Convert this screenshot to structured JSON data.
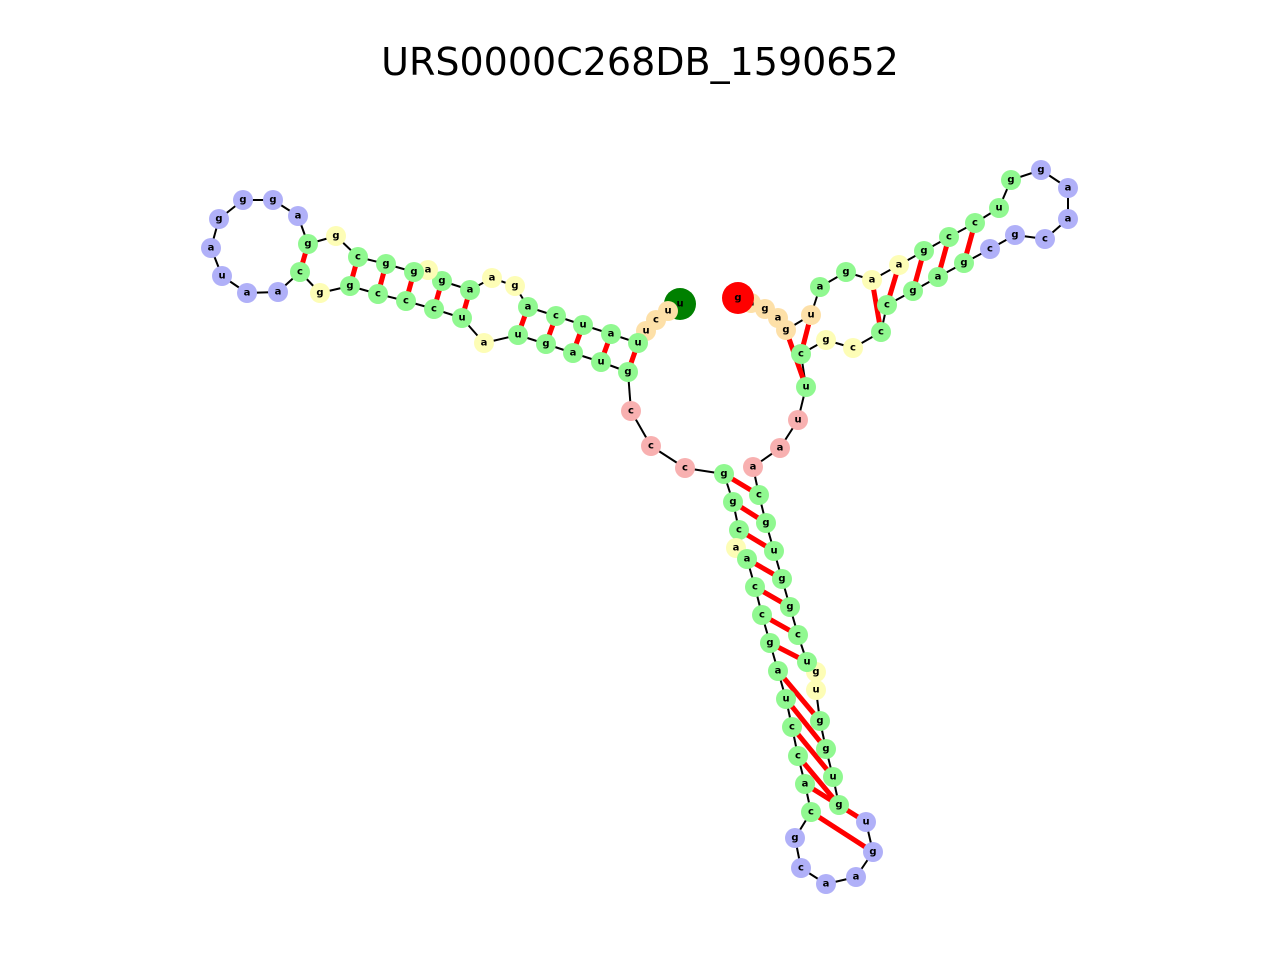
{
  "title": "URS0000C268DB_1590652",
  "colors": {
    "stem": "#90f890",
    "hairpin_loop": "#b0b0f8",
    "interior_loop": "#fdfdb6",
    "multiloop": "#f8b0b0",
    "dangling_end": "#fde0a8",
    "start_nucleotide": "#008000",
    "end_nucleotide": "#ff0000",
    "backbone": "#000000",
    "base_pair": "#ff0000"
  },
  "nucleotides": [
    {
      "label": "u",
      "type": "start_nucleotide"
    },
    {
      "label": "u",
      "type": "dangling_end"
    },
    {
      "label": "c",
      "type": "dangling_end"
    },
    {
      "label": "u",
      "type": "dangling_end"
    },
    {
      "label": "u",
      "type": "stem"
    },
    {
      "label": "a",
      "type": "stem"
    },
    {
      "label": "u",
      "type": "stem"
    },
    {
      "label": "c",
      "type": "stem"
    },
    {
      "label": "a",
      "type": "stem"
    },
    {
      "label": "g",
      "type": "interior_loop"
    },
    {
      "label": "a",
      "type": "interior_loop"
    },
    {
      "label": "a",
      "type": "stem"
    },
    {
      "label": "g",
      "type": "stem"
    },
    {
      "label": "a",
      "type": "interior_loop"
    },
    {
      "label": "g",
      "type": "stem"
    },
    {
      "label": "g",
      "type": "stem"
    },
    {
      "label": "c",
      "type": "stem"
    },
    {
      "label": "g",
      "type": "interior_loop"
    },
    {
      "label": "g",
      "type": "stem"
    },
    {
      "label": "a",
      "type": "hairpin_loop"
    },
    {
      "label": "g",
      "type": "hairpin_loop"
    },
    {
      "label": "g",
      "type": "hairpin_loop"
    },
    {
      "label": "g",
      "type": "hairpin_loop"
    },
    {
      "label": "a",
      "type": "hairpin_loop"
    },
    {
      "label": "u",
      "type": "hairpin_loop"
    },
    {
      "label": "a",
      "type": "hairpin_loop"
    },
    {
      "label": "a",
      "type": "hairpin_loop"
    },
    {
      "label": "c",
      "type": "stem"
    },
    {
      "label": "g",
      "type": "interior_loop"
    },
    {
      "label": "g",
      "type": "stem"
    },
    {
      "label": "c",
      "type": "stem"
    },
    {
      "label": "c",
      "type": "stem"
    },
    {
      "label": "c",
      "type": "stem"
    },
    {
      "label": "u",
      "type": "stem"
    },
    {
      "label": "a",
      "type": "interior_loop"
    },
    {
      "label": "u",
      "type": "stem"
    },
    {
      "label": "g",
      "type": "stem"
    },
    {
      "label": "a",
      "type": "stem"
    },
    {
      "label": "u",
      "type": "stem"
    },
    {
      "label": "g",
      "type": "stem"
    },
    {
      "label": "c",
      "type": "multiloop"
    },
    {
      "label": "c",
      "type": "multiloop"
    },
    {
      "label": "c",
      "type": "multiloop"
    },
    {
      "label": "g",
      "type": "stem"
    },
    {
      "label": "g",
      "type": "stem"
    },
    {
      "label": "c",
      "type": "stem"
    },
    {
      "label": "a",
      "type": "interior_loop"
    },
    {
      "label": "a",
      "type": "stem"
    },
    {
      "label": "c",
      "type": "stem"
    },
    {
      "label": "c",
      "type": "stem"
    },
    {
      "label": "g",
      "type": "stem"
    },
    {
      "label": "a",
      "type": "stem"
    },
    {
      "label": "u",
      "type": "stem"
    },
    {
      "label": "c",
      "type": "stem"
    },
    {
      "label": "c",
      "type": "stem"
    },
    {
      "label": "a",
      "type": "stem"
    },
    {
      "label": "c",
      "type": "stem"
    },
    {
      "label": "g",
      "type": "hairpin_loop"
    },
    {
      "label": "c",
      "type": "hairpin_loop"
    },
    {
      "label": "a",
      "type": "hairpin_loop"
    },
    {
      "label": "a",
      "type": "hairpin_loop"
    },
    {
      "label": "g",
      "type": "hairpin_loop"
    },
    {
      "label": "u",
      "type": "hairpin_loop"
    },
    {
      "label": "g",
      "type": "stem"
    },
    {
      "label": "u",
      "type": "stem"
    },
    {
      "label": "g",
      "type": "stem"
    },
    {
      "label": "g",
      "type": "stem"
    },
    {
      "label": "u",
      "type": "interior_loop"
    },
    {
      "label": "g",
      "type": "interior_loop"
    },
    {
      "label": "u",
      "type": "stem"
    },
    {
      "label": "c",
      "type": "stem"
    },
    {
      "label": "g",
      "type": "stem"
    },
    {
      "label": "g",
      "type": "stem"
    },
    {
      "label": "u",
      "type": "stem"
    },
    {
      "label": "g",
      "type": "stem"
    },
    {
      "label": "c",
      "type": "stem"
    },
    {
      "label": "a",
      "type": "multiloop"
    },
    {
      "label": "a",
      "type": "multiloop"
    },
    {
      "label": "u",
      "type": "multiloop"
    },
    {
      "label": "u",
      "type": "stem"
    },
    {
      "label": "c",
      "type": "stem"
    },
    {
      "label": "g",
      "type": "interior_loop"
    },
    {
      "label": "c",
      "type": "interior_loop"
    },
    {
      "label": "c",
      "type": "stem"
    },
    {
      "label": "c",
      "type": "stem"
    },
    {
      "label": "g",
      "type": "stem"
    },
    {
      "label": "a",
      "type": "stem"
    },
    {
      "label": "g",
      "type": "stem"
    },
    {
      "label": "c",
      "type": "hairpin_loop"
    },
    {
      "label": "g",
      "type": "hairpin_loop"
    },
    {
      "label": "c",
      "type": "hairpin_loop"
    },
    {
      "label": "a",
      "type": "hairpin_loop"
    },
    {
      "label": "a",
      "type": "hairpin_loop"
    },
    {
      "label": "g",
      "type": "hairpin_loop"
    },
    {
      "label": "g",
      "type": "stem"
    },
    {
      "label": "u",
      "type": "stem"
    },
    {
      "label": "c",
      "type": "stem"
    },
    {
      "label": "c",
      "type": "stem"
    },
    {
      "label": "g",
      "type": "stem"
    },
    {
      "label": "a",
      "type": "interior_loop"
    },
    {
      "label": "a",
      "type": "interior_loop"
    },
    {
      "label": "g",
      "type": "stem"
    },
    {
      "label": "a",
      "type": "stem"
    },
    {
      "label": "u",
      "type": "dangling_end"
    },
    {
      "label": "g",
      "type": "dangling_end"
    },
    {
      "label": "a",
      "type": "dangling_end"
    },
    {
      "label": "g",
      "type": "dangling_end"
    },
    {
      "label": "a",
      "type": "dangling_end"
    },
    {
      "label": "g",
      "type": "end_nucleotide"
    }
  ],
  "base_pairs": [
    [
      4,
      39
    ],
    [
      5,
      38
    ],
    [
      6,
      37
    ],
    [
      7,
      36
    ],
    [
      8,
      35
    ],
    [
      11,
      33
    ],
    [
      12,
      32
    ],
    [
      14,
      31
    ],
    [
      15,
      30
    ],
    [
      16,
      29
    ],
    [
      18,
      27
    ],
    [
      43,
      75
    ],
    [
      44,
      74
    ],
    [
      45,
      73
    ],
    [
      47,
      72
    ],
    [
      48,
      71
    ],
    [
      49,
      70
    ],
    [
      50,
      69
    ],
    [
      51,
      66
    ],
    [
      52,
      65
    ],
    [
      53,
      64
    ],
    [
      54,
      63
    ],
    [
      55,
      62
    ],
    [
      56,
      61
    ],
    [
      79,
      104
    ],
    [
      80,
      103
    ],
    [
      83,
      100
    ],
    [
      84,
      99
    ],
    [
      85,
      98
    ],
    [
      86,
      97
    ],
    [
      87,
      96
    ]
  ]
}
